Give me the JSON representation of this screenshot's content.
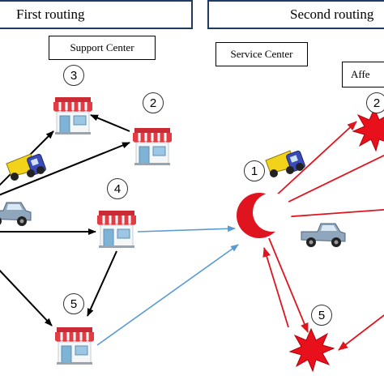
{
  "panels": {
    "left_title": "First routing",
    "right_title": "Second routing",
    "support_center": "Support Center",
    "service_center": "Service Center",
    "affected_partial": "Affe"
  },
  "nodes": {
    "n1": "1",
    "n2_left": "2",
    "n3": "3",
    "n4": "4",
    "n5_left": "5",
    "n2_right": "2",
    "n5_right": "5"
  },
  "colors": {
    "frame": "#1f3b63",
    "black_arrow": "#000000",
    "blue_arrow": "#5a9bd4",
    "red_arrow": "#e0141e",
    "awning_red": "#d9232e",
    "burst_red": "#e8101a"
  },
  "icons": [
    "store-icon",
    "dump-truck-icon",
    "pickup-truck-icon",
    "red-crescent-icon",
    "explosion-icon"
  ]
}
